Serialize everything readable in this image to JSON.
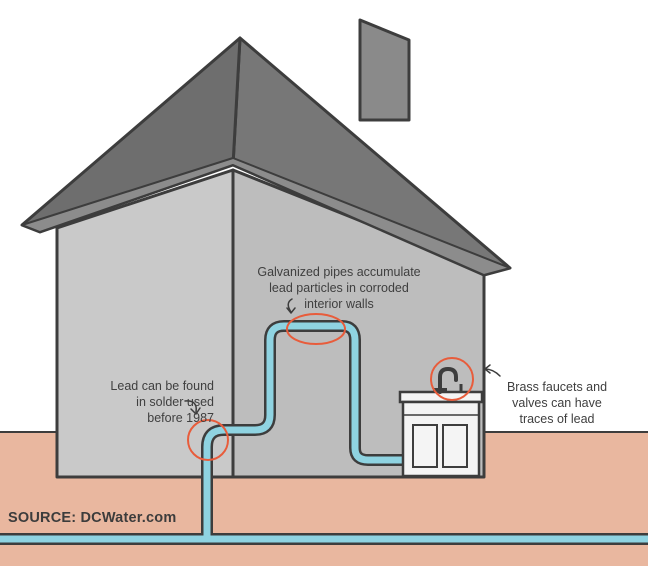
{
  "annotations": {
    "galvanized": {
      "lines": [
        "Galvanized pipes accumulate",
        "lead particles in corroded",
        "interior walls"
      ]
    },
    "solder": {
      "lines": [
        "Lead can be found",
        "in solder used",
        "before 1987"
      ]
    },
    "brass": {
      "lines": [
        "Brass faucets and",
        "valves can have",
        "traces of lead"
      ]
    }
  },
  "source": "SOURCE: DCWater.com",
  "colors": {
    "ground": "#e9b79f",
    "wall_front": "#c9c9c9",
    "wall_side": "#bcbcbc",
    "roof": "#7a7a7a",
    "pipe": "#8fd3e1",
    "outline": "#3d3d3d",
    "highlight_circle": "#e85c3b"
  }
}
